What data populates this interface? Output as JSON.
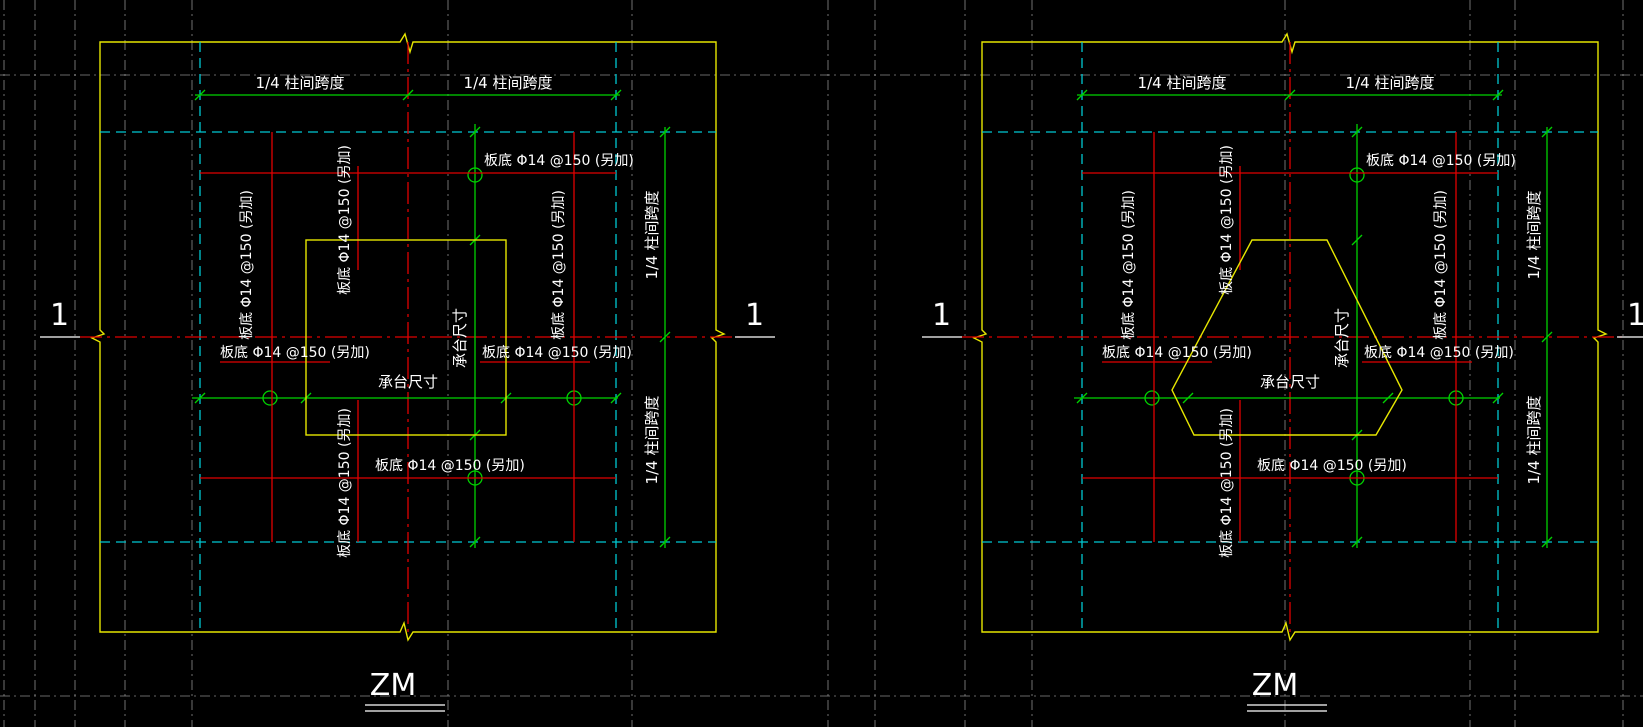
{
  "drawings": [
    {
      "cap_shape": "rectangle",
      "section_mark_left": "1",
      "section_mark_right": "1",
      "span_top_left": "1/4 柱间跨度",
      "span_top_right": "1/4 柱间跨度",
      "span_right_upper": "1/4 柱间跨度",
      "span_right_lower": "1/4 柱间跨度",
      "rebar_top_right": "板底 Φ14 @150 (另加)",
      "rebar_vert_left": "板底 Φ14 @150 (另加)",
      "rebar_vert_center": "板底 Φ14 @150 (另加)",
      "rebar_vert_right": "板底 Φ14 @150 (另加)",
      "rebar_mid_left": "板底 Φ14 @150 (另加)",
      "rebar_mid_right": "板底 Φ14 @150 (另加)",
      "rebar_bottom_center": "板底 Φ14 @150 (另加)",
      "rebar_vert_bottom": "板底 Φ14 @150 (另加)",
      "cap_size_h": "承台尺寸",
      "cap_size_v": "承台尺寸",
      "title": "ZM"
    },
    {
      "cap_shape": "hexagon",
      "section_mark_left": "1",
      "section_mark_right": "1",
      "span_top_left": "1/4 柱间跨度",
      "span_top_right": "1/4 柱间跨度",
      "span_right_upper": "1/4 柱间跨度",
      "span_right_lower": "1/4 柱间跨度",
      "rebar_top_right": "板底 Φ14 @150 (另加)",
      "rebar_vert_left": "板底 Φ14 @150 (另加)",
      "rebar_vert_center": "板底 Φ14 @150 (另加)",
      "rebar_vert_right": "板底 Φ14 @150 (另加)",
      "rebar_mid_left": "板底 Φ14 @150 (另加)",
      "rebar_mid_right": "板底 Φ14 @150 (另加)",
      "rebar_bottom_center": "板底 Φ14 @150 (另加)",
      "rebar_vert_bottom": "板底 Φ14 @150 (另加)",
      "cap_size_h": "承台尺寸",
      "cap_size_v": "承台尺寸",
      "title": "ZM"
    }
  ],
  "colors": {
    "background": "#000000",
    "outline": "#e6e600",
    "rebar": "#e00000",
    "dimension": "#00d200",
    "axis": "#00c8d2",
    "grid": "#9a9a9a",
    "text": "#ffffff"
  }
}
